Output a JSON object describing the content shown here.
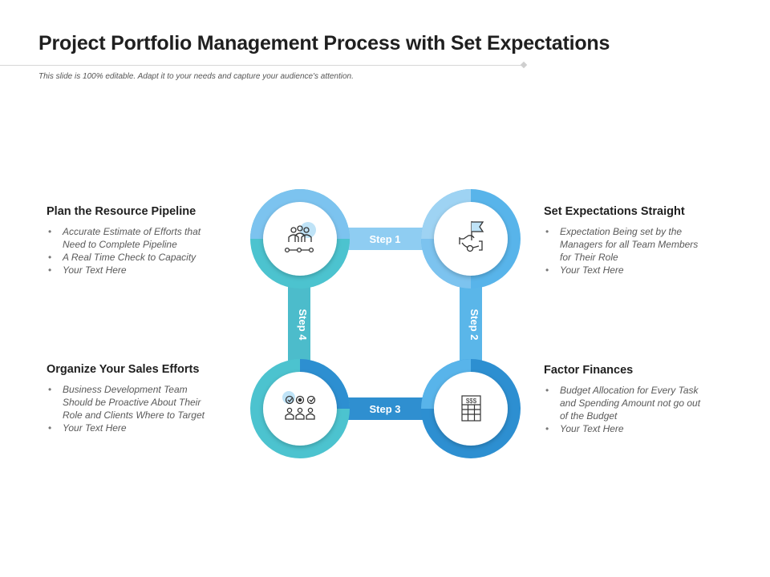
{
  "title": "Project Portfolio Management Process with Set Expectations",
  "subtitle": "This slide is 100% editable. Adapt it to your needs and capture your audience's attention.",
  "steps": {
    "step1": "Step 1",
    "step2": "Step 2",
    "step3": "Step 3",
    "step4": "Step 4"
  },
  "blocks": {
    "top_left": {
      "heading": "Plan the Resource Pipeline",
      "items": [
        "Accurate Estimate of Efforts that Need to Complete Pipeline",
        "A Real Time Check to Capacity",
        "Your Text Here"
      ]
    },
    "top_right": {
      "heading": "Set Expectations Straight",
      "items": [
        "Expectation Being set by the Managers for all Team Members for Their Role",
        "Your Text Here"
      ]
    },
    "bottom_left": {
      "heading": "Organize Your Sales Efforts",
      "items": [
        "Business Development Team Should be Proactive About Their Role and Clients Where to Target",
        "Your Text Here"
      ]
    },
    "bottom_right": {
      "heading": "Factor Finances",
      "items": [
        "Budget Allocation for Every Task and Spending Amount not go out of the Budget",
        "Your Text Here"
      ]
    }
  },
  "icons": {
    "top_left": "team-network-icon",
    "top_right": "handshake-flag-icon",
    "bottom_left": "team-tasks-icon",
    "bottom_right": "budget-sheet-icon"
  },
  "icon_text": {
    "budget": "$$$"
  },
  "colors": {
    "light_blue": "#7cc3ef",
    "sky_blue": "#58b4ea",
    "medium_blue": "#2d8fd1",
    "teal": "#4cc3cf",
    "connector_top": "#8fcdf2",
    "connector_right": "#5ab6e9",
    "connector_bottom": "#2f8fd0",
    "connector_left": "#4cbccb",
    "title": "#1f1f1f",
    "body_text": "#595959"
  }
}
